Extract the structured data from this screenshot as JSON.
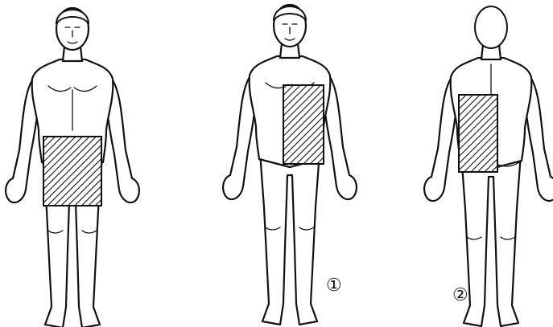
{
  "figures": [
    {
      "id": "front-left",
      "view": "front",
      "label": ""
    },
    {
      "id": "front-middle",
      "view": "front",
      "label": "①"
    },
    {
      "id": "back-right",
      "view": "back",
      "label": "②"
    }
  ]
}
